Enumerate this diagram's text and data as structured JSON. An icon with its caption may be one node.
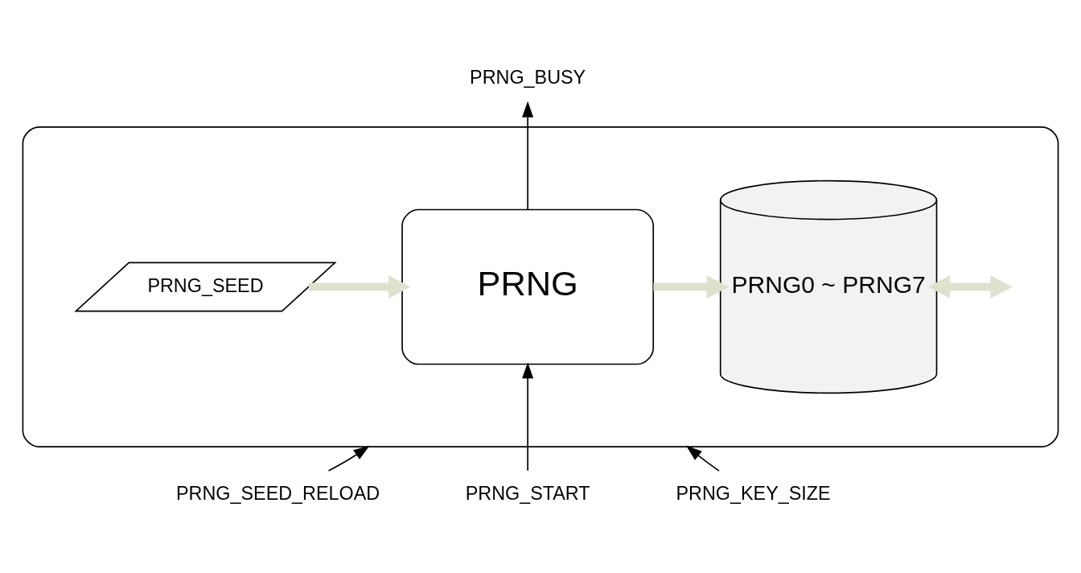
{
  "diagram": {
    "nodes": [
      {
        "text": [],
        "shape": "box"
      },
      {
        "text": [
          "PRNG_SEED"
        ],
        "in": 0
      },
      {
        "text": [
          "PRNG"
        ],
        "in": 0
      },
      {
        "text": [
          "PRNG0 ~ PRNG7"
        ],
        "in": 0
      },
      {
        "text": [
          "PRNG_BUSY"
        ]
      },
      {
        "text": [
          "PRNG_SEED_RELOAD"
        ]
      },
      {
        "text": [
          "PRNG_START"
        ]
      },
      {
        "text": [
          "PRNG_KEY_SIZE"
        ]
      }
    ],
    "edges": [
      {
        "from": 1,
        "to": 2,
        "arrow": "to",
        "style": "thick",
        "color": "#dde2cf"
      },
      {
        "from": 2,
        "to": 3,
        "arrow": "to",
        "style": "thick",
        "color": "#dde2cf"
      },
      {
        "from": 3,
        "to": null,
        "arrow": "both",
        "style": "thick",
        "color": "#dde2cf"
      },
      {
        "from": 2,
        "to": 4,
        "arrow": "to"
      },
      {
        "from": 5,
        "to": 0,
        "arrow": "to"
      },
      {
        "from": 6,
        "to": 2,
        "arrow": "to"
      },
      {
        "from": 7,
        "to": 0,
        "arrow": "to"
      }
    ]
  }
}
